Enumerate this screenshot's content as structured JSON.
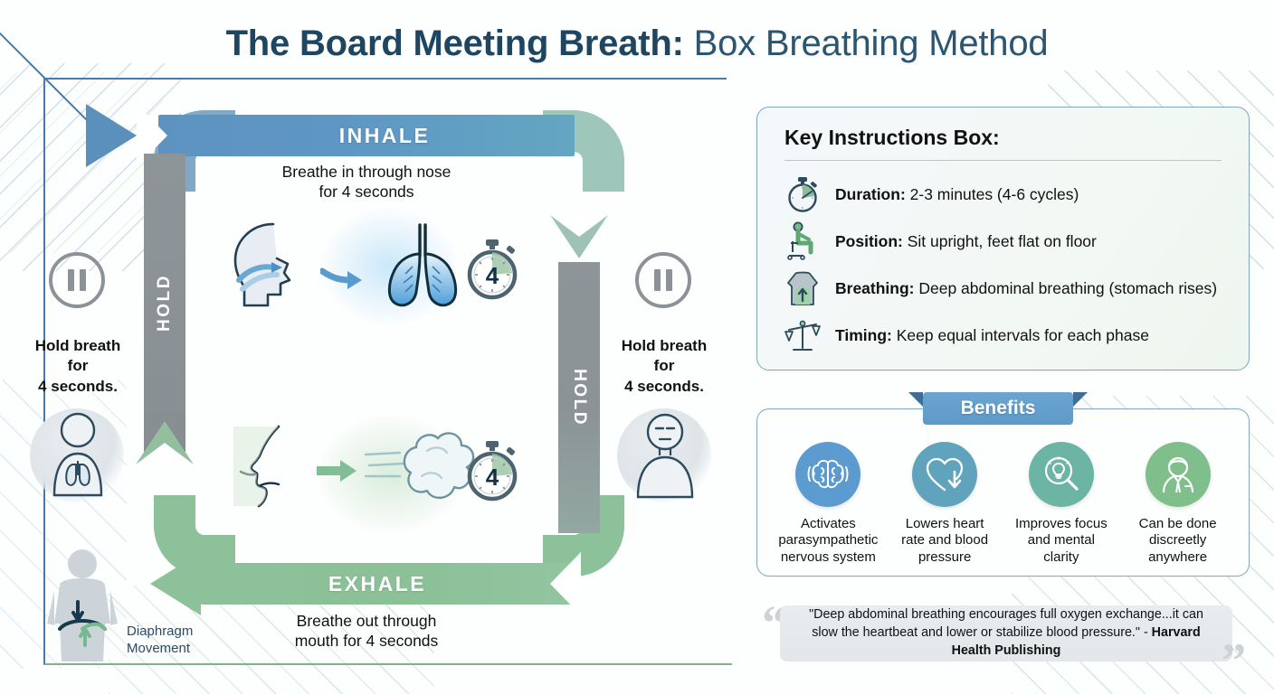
{
  "title": {
    "bold": "The Board Meeting Breath:",
    "light": " Box Breathing Method"
  },
  "cycle": {
    "inhale": {
      "label": "INHALE",
      "caption_line1": "Breathe in through nose",
      "caption_line2": "for 4 seconds",
      "timer": "4"
    },
    "exhale": {
      "label": "EXHALE",
      "caption_line1": "Breathe out through",
      "caption_line2": "mouth for 4 seconds",
      "timer": "4"
    },
    "hold_left": {
      "bar_label": "HOLD",
      "caption_line1": "Hold breath",
      "caption_line2": "for",
      "caption_line3": "4 seconds."
    },
    "hold_right": {
      "bar_label": "HOLD",
      "caption_line1": "Hold breath",
      "caption_line2": "for",
      "caption_line3": "4 seconds."
    },
    "diaphragm_line1": "Diaphragm",
    "diaphragm_line2": "Movement"
  },
  "instructions": {
    "title": "Key Instructions Box:",
    "items": [
      {
        "icon": "stopwatch-icon",
        "label": "Duration:",
        "value": " 2-3 minutes (4-6 cycles)"
      },
      {
        "icon": "seated-person-icon",
        "label": "Position:",
        "value": " Sit upright, feet flat on floor"
      },
      {
        "icon": "torso-breathing-icon",
        "label": "Breathing:",
        "value": " Deep abdominal breathing (stomach rises)"
      },
      {
        "icon": "balance-scales-icon",
        "label": "Timing:",
        "value": " Keep equal intervals for each phase"
      }
    ]
  },
  "benefits": {
    "tab_label": "Benefits",
    "items": [
      {
        "icon": "brain-icon",
        "color": "#5b9bd0",
        "line1": "Activates",
        "line2": "parasympathetic",
        "line3": "nervous system"
      },
      {
        "icon": "heart-down-icon",
        "color": "#5fa3bd",
        "line1": "Lowers heart",
        "line2": "rate and blood",
        "line3": "pressure"
      },
      {
        "icon": "focus-bulb-icon",
        "color": "#6cb5a5",
        "line1": "Improves focus",
        "line2": "and mental",
        "line3": "clarity"
      },
      {
        "icon": "business-person-icon",
        "color": "#7fbf8c",
        "line1": "Can be done",
        "line2": "discreetly",
        "line3": "anywhere"
      }
    ]
  },
  "quote": {
    "text": "\"Deep abdominal breathing encourages full oxygen exchange...it can slow the heartbeat and lower or stabilize blood pressure.\" - ",
    "attribution": "Harvard Health Publishing",
    "open_mark": "“",
    "close_mark": "”"
  },
  "colors": {
    "title_navy": "#1f4661",
    "inhale_blue": "#5d93c0",
    "exhale_green": "#8dc199",
    "hold_gray": "#8b9398",
    "frame_blue": "#4a7ba8",
    "frame_green": "#7fb288"
  }
}
